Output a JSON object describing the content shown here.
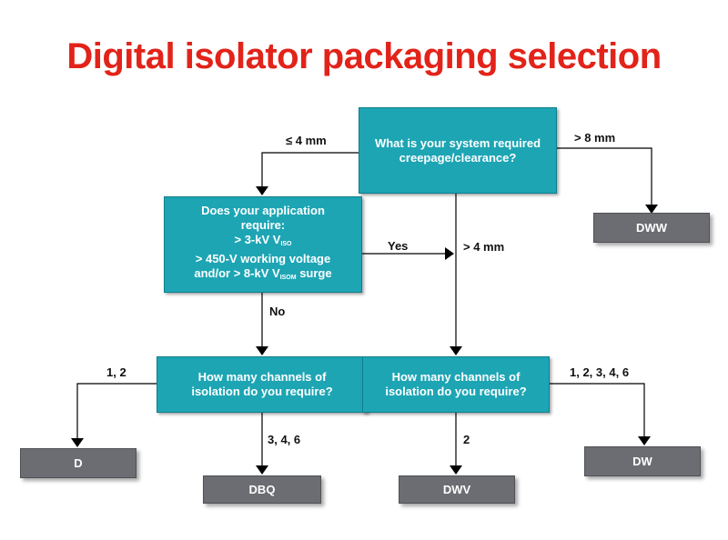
{
  "title": "Digital isolator packaging selection",
  "nodes": {
    "creepage": "What is your system required creepage/clearance?",
    "application": {
      "line1": "Does your application",
      "line2": "require:",
      "line3_prefix": "> 3-kV V",
      "line3_sub": "ISO",
      "line4": "> 450-V working voltage",
      "line5_prefix": "and/or > 8-kV V",
      "line5_sub": "ISOM",
      "line5_suffix": " surge"
    },
    "channels_left": "How many channels of isolation do you require?",
    "channels_right": "How many channels of isolation do you require?"
  },
  "packages": {
    "dww": "DWW",
    "d": "D",
    "dbq": "DBQ",
    "dwv": "DWV",
    "dw": "DW"
  },
  "edges": {
    "le4mm": "≤ 4 mm",
    "gt8mm": ">  8 mm",
    "gt4mm": "> 4 mm",
    "yes": "Yes",
    "no": "No",
    "ch12": "1, 2",
    "ch346": "3, 4, 6",
    "ch2": "2",
    "ch12346": "1, 2, 3, 4, 6"
  },
  "colors": {
    "title": "#e2231a",
    "question_box": "#1da5b4",
    "package_box": "#6b6d72"
  }
}
